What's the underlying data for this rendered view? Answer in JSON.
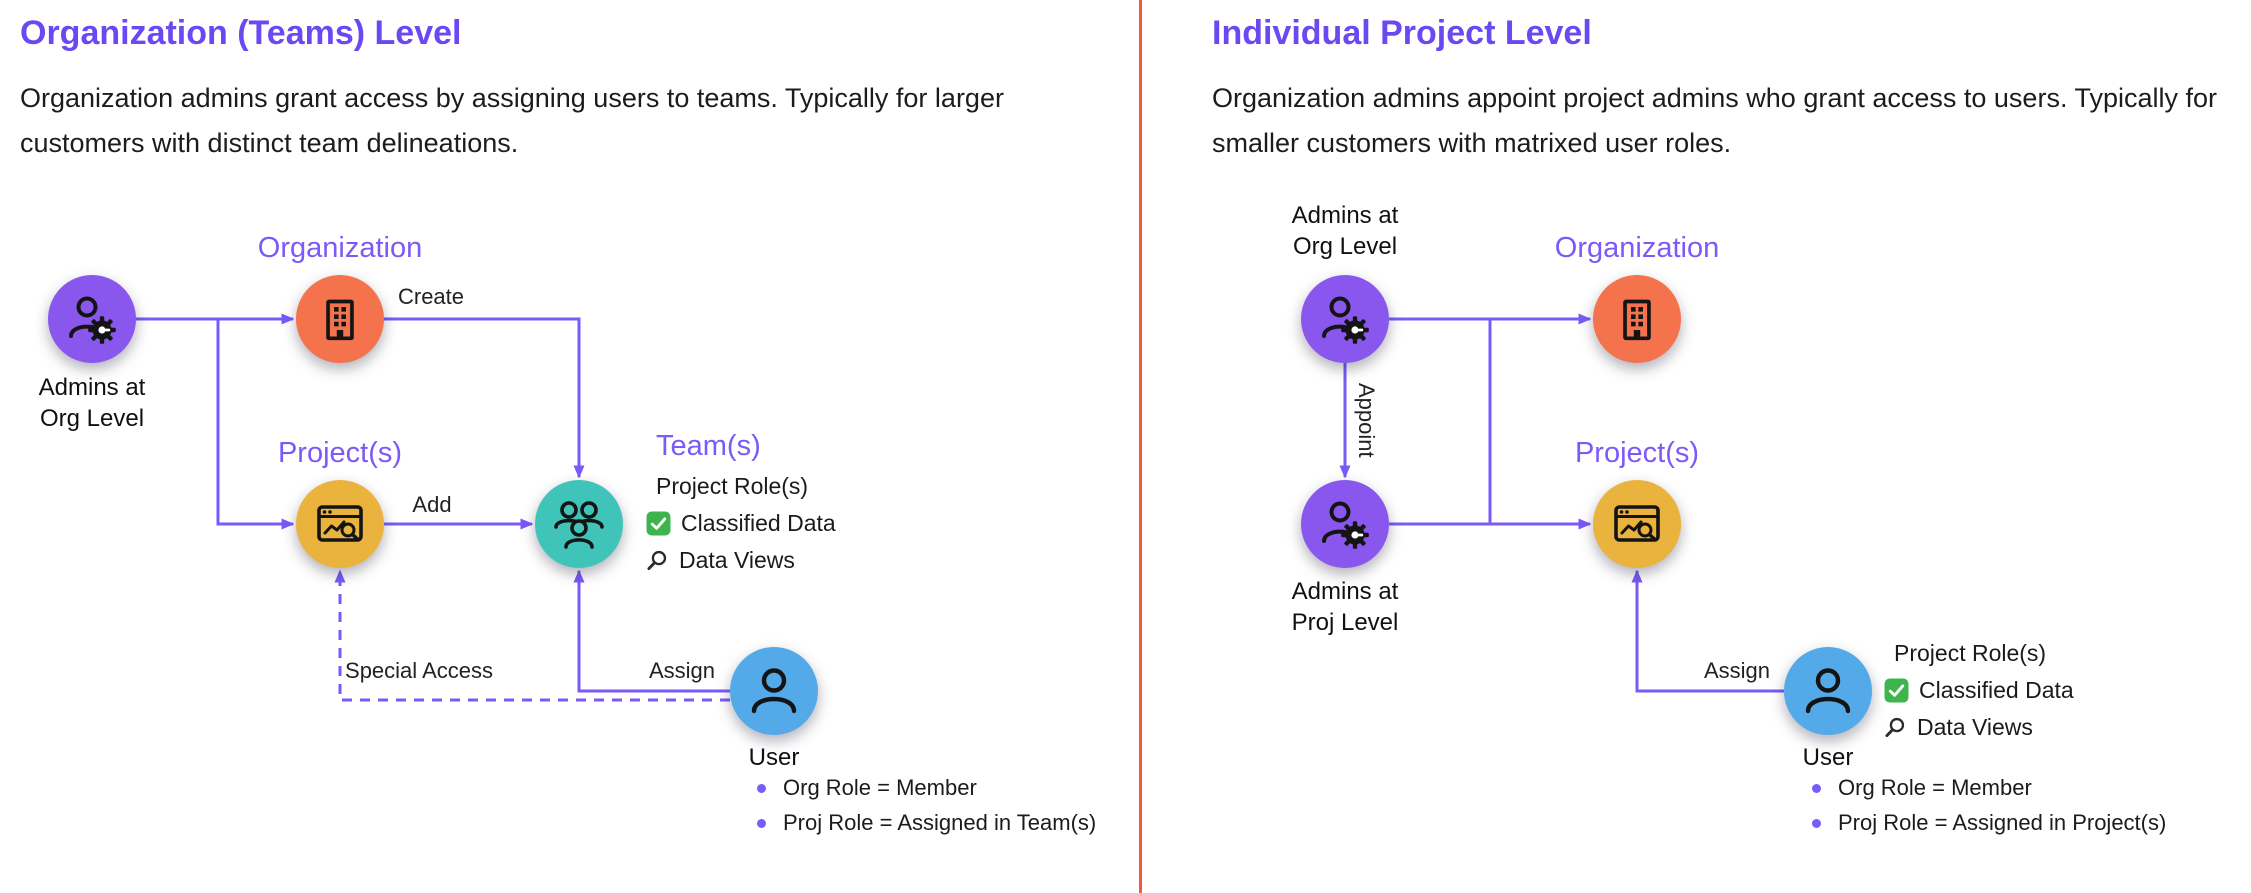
{
  "colors": {
    "heading_purple": "#6A49F2",
    "label_purple": "#7A5AF8",
    "arrow_purple": "#7A5AF8",
    "admin_node": "#8A57EE",
    "org_node": "#F4724C",
    "project_node": "#EAB33D",
    "team_node": "#40C4BA",
    "user_node": "#54A9E8",
    "divider_orange": "#EF5B3B",
    "check_green": "#3DB44C",
    "text_dark": "#1C1C1E"
  },
  "icons": {
    "admin": "person-gear-icon",
    "organization": "building-icon",
    "project": "project-window-icon",
    "team": "team-people-icon",
    "user": "person-icon",
    "classified": "checkbox-check-icon",
    "data_views": "magnifier-icon"
  },
  "left": {
    "title": "Organization (Teams) Level",
    "description": "Organization admins grant access by assigning users to teams. Typically for larger customers with distinct team delineations.",
    "labels": {
      "organization": "Organization",
      "projects": "Project(s)",
      "teams": "Team(s)"
    },
    "captions": {
      "admins": "Admins at Org Level",
      "user": "User"
    },
    "edges": {
      "create": "Create",
      "add": "Add",
      "assign": "Assign",
      "special_access": "Special Access"
    },
    "details": {
      "title": "Project Role(s)",
      "classified": "Classified Data",
      "data_views": "Data Views"
    },
    "user_notes": [
      "Org Role = Member",
      "Proj Role = Assigned in Team(s)"
    ]
  },
  "right": {
    "title": "Individual Project Level",
    "description": "Organization admins appoint project admins who grant access to users. Typically for smaller customers with matrixed user roles.",
    "labels": {
      "organization": "Organization",
      "projects": "Project(s)"
    },
    "captions": {
      "admins_org": "Admins at Org Level",
      "admins_proj": "Admins at Proj Level",
      "user": "User"
    },
    "edges": {
      "appoint": "Appoint",
      "assign": "Assign"
    },
    "details": {
      "title": "Project Role(s)",
      "classified": "Classified Data",
      "data_views": "Data Views"
    },
    "user_notes": [
      "Org Role = Member",
      "Proj Role = Assigned in Project(s)"
    ]
  }
}
